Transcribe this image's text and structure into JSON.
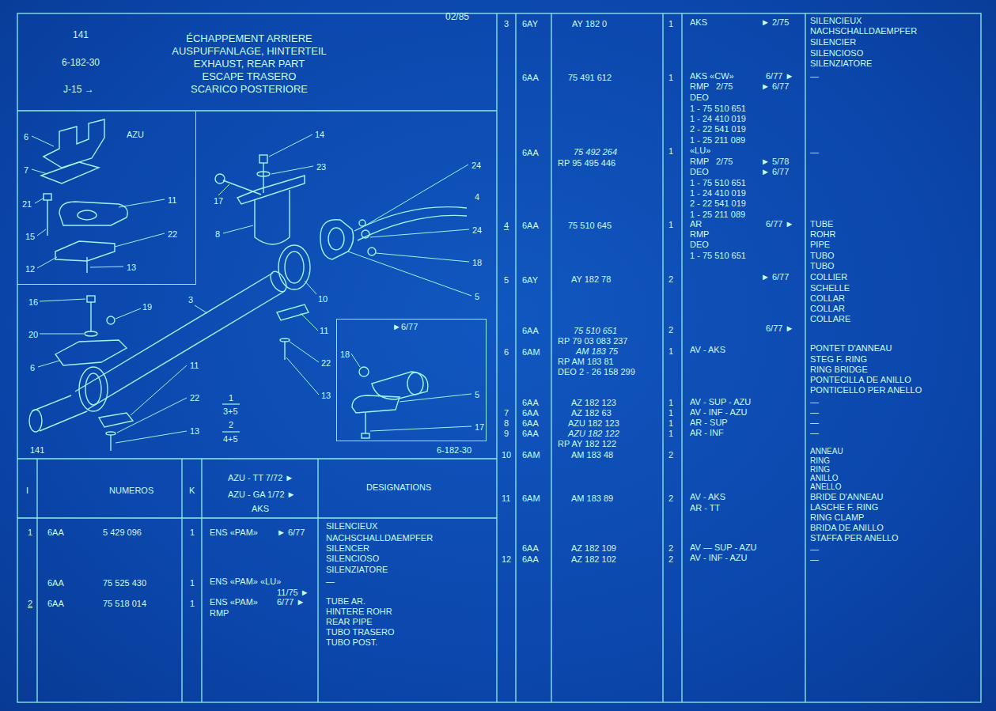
{
  "diagram": {
    "title": "ÉCHAPPEMENT ARRIERE",
    "nodes": [
      {
        "text": [
          "AZU"
        ]
      },
      {
        "text": [
          "►6/77"
        ]
      }
    ],
    "labels": [
      "141",
      "6-182-30",
      "J-15 →",
      "AUSPUFFANLAGE, HINTERTEIL",
      "EXHAUST, REAR PART",
      "ESCAPE TRASERO",
      "SCARICO POSTERIORE",
      "02/85",
      "6",
      "7",
      "21",
      "15",
      "12",
      "11",
      "22",
      "13",
      "14",
      "23",
      "17",
      "8",
      "24",
      "4",
      "24",
      "18",
      "3",
      "10",
      "5",
      "16",
      "19",
      "20",
      "6",
      "11",
      "22",
      "13",
      "11",
      "22",
      "13",
      "18",
      "5",
      "17",
      "1",
      "3+5",
      "2",
      "4+5",
      "141",
      "6-182-30",
      "I",
      "NUMEROS",
      "K",
      "AZU - TT 7/72 ►",
      "AZU - GA 1/72 ►",
      "AKS",
      "DESIGNATIONS",
      "1",
      "6AA",
      "5 429 096",
      "1",
      "ENS «PAM»",
      "► 6/77",
      "SILENCIEUX",
      "NACHSCHALLDAEMPFER",
      "SILENCER",
      "SILENCIOSO",
      "SILENZIATORE",
      "6AA",
      "75 525 430",
      "1",
      "ENS «PAM» «LU»",
      "11/75 ►",
      "—",
      "2",
      "6AA",
      "75 518 014",
      "1",
      "ENS «PAM»",
      "6/77 ►",
      "RMP",
      "TUBE AR.",
      "HINTERE ROHR",
      "REAR PIPE",
      "TUBO TRASERO",
      "TUBO POST.",
      "3",
      "6AY",
      "AY 182 0",
      "1",
      "AKS",
      "► 2/75",
      "SILENCIEUX",
      "NACHSCHALLDAEMPFER",
      "SILENCIER",
      "SILENCIOSO",
      "SILENZIATORE",
      "6AA",
      "75 491 612",
      "1",
      "AKS «CW»",
      "6/77 ►",
      "RMP",
      "2/75",
      "► 6/77",
      "DEO",
      "1 - 75 510 651",
      "1 - 24 410 019",
      "2 - 22 541 019",
      "1 - 25 211 089",
      "—",
      "6AA",
      "75 492 264",
      "RP 95 495 446",
      "1",
      "«LU»",
      "RMP",
      "2/75",
      "► 5/78",
      "DEO",
      "► 6/77",
      "1 - 75 510 651",
      "1 - 24 410 019",
      "2 - 22 541 019",
      "1 - 25 211 089",
      "—",
      "4",
      "6AA",
      "75 510 645",
      "1",
      "AR",
      "6/77 ►",
      "RMP",
      "DEO",
      "1 - 75 510 651",
      "TUBE",
      "ROHR",
      "PIPE",
      "TUBO",
      "TUBO",
      "5",
      "6AY",
      "AY 182 78",
      "2",
      "► 6/77",
      "COLLIER",
      "SCHELLE",
      "COLLAR",
      "COLLAR",
      "COLLARE",
      "6AA",
      "75 510 651",
      "RP 79 03 083 237",
      "2",
      "6/77 ►",
      "6",
      "6AM",
      "AM 183 75",
      "RP AM 183 81",
      "DEO 2 - 26 158 299",
      "1",
      "AV - AKS",
      "PONTET D'ANNEAU",
      "STEG F. RING",
      "RING BRIDGE",
      "PONTECILLA DE ANILLO",
      "PONTICELLO PER ANELLO",
      "6AA",
      "AZ 182 123",
      "1",
      "AV - SUP - AZU",
      "—",
      "7",
      "6AA",
      "AZ 182 63",
      "1",
      "AV - INF - AZU",
      "—",
      "8",
      "6AA",
      "AZU 182 123",
      "1",
      "AR - SUP",
      "—",
      "9",
      "6AA",
      "AZU 182 122",
      "1",
      "AR - INF",
      "—",
      "RP AY 182 122",
      "10",
      "6AM",
      "AM 183 48",
      "2",
      "ANNEAU",
      "RING",
      "RING",
      "ANILLO",
      "ANELLO",
      "BRIDE D'ANNEAU",
      "LASCHE F. RING",
      "RING CLAMP",
      "BRIDA DE ANILLO",
      "STAFFA PER ANELLO",
      "11",
      "6AM",
      "AM 183 89",
      "2",
      "AV - AKS",
      "AR - TT",
      "6AA",
      "AZ 182 109",
      "2",
      "AV — SUP - AZU",
      "—",
      "12",
      "6AA",
      "AZ 182 102",
      "2",
      "AV - INF - AZU",
      "—"
    ]
  }
}
